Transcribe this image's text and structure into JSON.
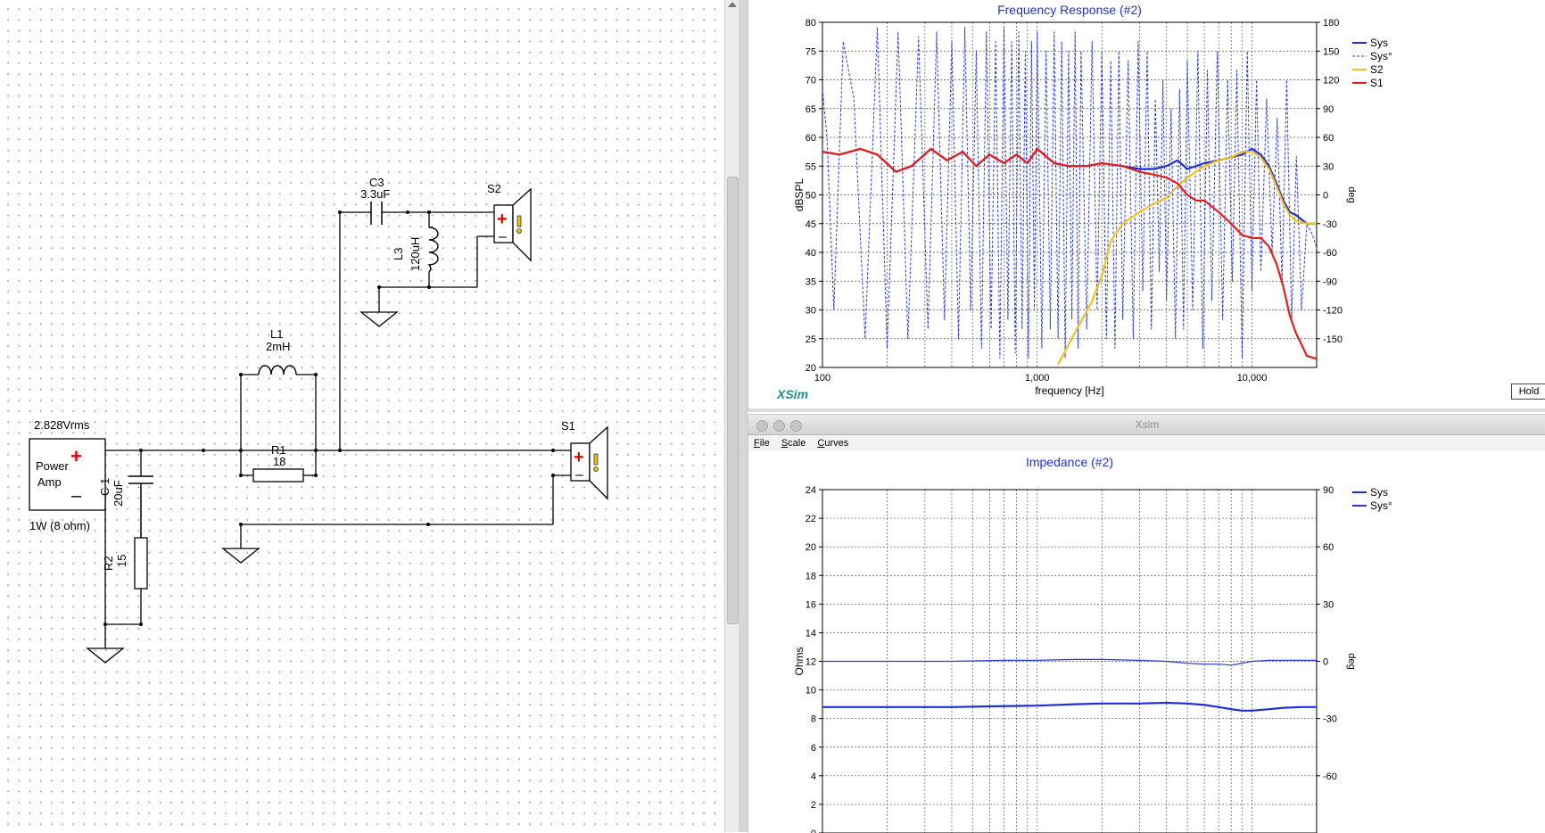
{
  "schematic": {
    "source": {
      "voltage": "2.828Vrms",
      "label_line1": "Power",
      "label_line2": "Amp",
      "plus": "+",
      "minus": "–",
      "spec": "1W (8 ohm)"
    },
    "components": {
      "C1": {
        "name": "C 1",
        "value": "20uF"
      },
      "R2": {
        "name": "R2",
        "value": "15"
      },
      "L1": {
        "name": "L1",
        "value": "2mH"
      },
      "R1": {
        "name": "R1",
        "value": "18"
      },
      "C3": {
        "name": "C3",
        "value": "3.3uF"
      },
      "L3": {
        "name": "L3",
        "value": "120uH"
      },
      "S1": {
        "name": "S1"
      },
      "S2": {
        "name": "S2"
      }
    }
  },
  "frequency_window": {
    "title": "Frequency Response (#2)",
    "brand": "XSim",
    "hold_label": "Hold"
  },
  "impedance_window": {
    "window_title": "Xsim",
    "menu": [
      "File",
      "Scale",
      "Curves"
    ],
    "title": "Impedance (#2)"
  },
  "colors": {
    "sys": "#1f2fd6",
    "phase": "#2a38e0",
    "s2": "#f0c01f",
    "s1": "#e3201b",
    "title": "#2233cc",
    "brand": "#1f8f87"
  },
  "chart_data": [
    {
      "type": "line",
      "title": "Frequency Response (#2)",
      "xlabel": "frequency [Hz]",
      "ylabel": "dBSPL",
      "y2label": "deg",
      "x_scale": "log",
      "xlim": [
        100,
        20000
      ],
      "ylim": [
        20,
        80
      ],
      "y2lim": [
        -180,
        180
      ],
      "x_ticks": [
        100,
        1000,
        10000
      ],
      "x_tick_labels": [
        "100",
        "1,000",
        "10,000"
      ],
      "y_ticks": [
        20,
        25,
        30,
        35,
        40,
        45,
        50,
        55,
        60,
        65,
        70,
        75,
        80
      ],
      "y2_ticks": [
        -150,
        -120,
        -90,
        -60,
        -30,
        0,
        30,
        60,
        90,
        120,
        150,
        180
      ],
      "grid": true,
      "legend_position": "top-right",
      "legend": [
        "Sys",
        "Sys°",
        "S2",
        "S1"
      ],
      "series": [
        {
          "name": "Sys",
          "axis": "left",
          "style": "solid",
          "color": "#1f2fd6",
          "x": [
            100,
            120,
            150,
            180,
            220,
            260,
            320,
            380,
            450,
            520,
            600,
            700,
            800,
            900,
            1000,
            1200,
            1400,
            1700,
            2000,
            2500,
            3000,
            3500,
            4000,
            4500,
            5000,
            6000,
            7000,
            8000,
            9000,
            10000,
            11000,
            12000,
            13000,
            14000,
            15000,
            16000,
            18000,
            20000
          ],
          "y": [
            57.5,
            57,
            58,
            57,
            54,
            55,
            58,
            56,
            57.5,
            55,
            57,
            55.5,
            57,
            55.5,
            58,
            55.5,
            55,
            55,
            55.5,
            55,
            54.5,
            54.5,
            55,
            56,
            54.5,
            55.5,
            56,
            56.5,
            57,
            58,
            57,
            55,
            52,
            49,
            47,
            46.5,
            45,
            45
          ]
        },
        {
          "name": "S2",
          "axis": "left",
          "style": "solid",
          "color": "#f0c01f",
          "x": [
            1250,
            1400,
            1600,
            1800,
            2000,
            2200,
            2500,
            3000,
            3500,
            4000,
            4500,
            5000,
            6000,
            7000,
            8000,
            9000,
            10000,
            11000,
            12000,
            13000,
            14000,
            15000,
            16000,
            18000,
            20000
          ],
          "y": [
            20.5,
            24,
            28,
            31.5,
            36,
            42,
            45,
            47,
            48.5,
            49.5,
            51.5,
            53,
            55,
            56,
            56.5,
            57.5,
            57.5,
            56.5,
            54.5,
            51.5,
            48.5,
            46.5,
            45.5,
            45,
            45
          ]
        },
        {
          "name": "S1",
          "axis": "left",
          "style": "solid",
          "color": "#e3201b",
          "x": [
            100,
            120,
            150,
            180,
            220,
            260,
            320,
            380,
            450,
            520,
            600,
            700,
            800,
            900,
            1000,
            1200,
            1400,
            1700,
            2000,
            2500,
            3000,
            3500,
            4000,
            4500,
            5000,
            5500,
            6000,
            7000,
            8000,
            9000,
            10000,
            11000,
            12000,
            13000,
            14000,
            15000,
            16000,
            17000,
            18000,
            20000
          ],
          "y": [
            57.5,
            57,
            58,
            57,
            54,
            55,
            58,
            56,
            57.5,
            55,
            57,
            55.5,
            57,
            55.5,
            58,
            55.5,
            55,
            55,
            55.5,
            55,
            54,
            53.5,
            53,
            52,
            50,
            49,
            49,
            47,
            45,
            43,
            42.5,
            42.5,
            41,
            38,
            34,
            29,
            26,
            24,
            22,
            21.5
          ]
        },
        {
          "name": "Sys°",
          "axis": "right",
          "style": "dashed",
          "color": "#2a38e0",
          "x": [
            100,
            105,
            113,
            125,
            140,
            158,
            180,
            200,
            225,
            250,
            280,
            310,
            340,
            370,
            400,
            430,
            460,
            490,
            520,
            550,
            580,
            610,
            640,
            670,
            700,
            730,
            760,
            790,
            820,
            850,
            880,
            910,
            940,
            970,
            1000,
            1050,
            1100,
            1150,
            1200,
            1250,
            1300,
            1350,
            1400,
            1450,
            1500,
            1550,
            1600,
            1700,
            1800,
            1900,
            2000,
            2100,
            2200,
            2300,
            2400,
            2500,
            2650,
            2800,
            2950,
            3100,
            3250,
            3400,
            3550,
            3700,
            3850,
            4000,
            4200,
            4400,
            4600,
            4800,
            5000,
            5300,
            5600,
            5900,
            6200,
            6500,
            6900,
            7300,
            7700,
            8100,
            8500,
            9000,
            9500,
            10000,
            10500,
            11000,
            11700,
            12400,
            13100,
            13800,
            14500,
            15300,
            16100,
            17000,
            18000,
            19000,
            20000
          ],
          "y": [
            110,
            60,
            -120,
            160,
            100,
            -150,
            175,
            -160,
            170,
            -150,
            165,
            -140,
            170,
            -130,
            160,
            -150,
            175,
            -120,
            150,
            -160,
            170,
            -140,
            160,
            -170,
            175,
            -130,
            160,
            -165,
            170,
            -140,
            150,
            -170,
            160,
            -120,
            170,
            -160,
            150,
            -140,
            170,
            -150,
            160,
            -170,
            150,
            -130,
            170,
            -160,
            150,
            -140,
            160,
            -120,
            150,
            -150,
            140,
            -160,
            150,
            -130,
            140,
            -150,
            160,
            -100,
            150,
            -140,
            100,
            -80,
            120,
            -110,
            90,
            -150,
            110,
            -140,
            140,
            -120,
            150,
            -160,
            130,
            -110,
            150,
            -130,
            120,
            -90,
            130,
            -170,
            150,
            -100,
            120,
            -80,
            100,
            -60,
            80,
            -90,
            120,
            -130,
            40,
            -120,
            -30,
            -40,
            -55
          ]
        }
      ]
    },
    {
      "type": "line",
      "title": "Impedance (#2)",
      "xlabel": "",
      "ylabel": "Ohms",
      "y2label": "deg",
      "x_scale": "log",
      "xlim": [
        100,
        20000
      ],
      "ylim": [
        0,
        24
      ],
      "y2lim": [
        -90,
        90
      ],
      "y_ticks": [
        0,
        2,
        4,
        6,
        8,
        10,
        12,
        14,
        16,
        18,
        20,
        22,
        24
      ],
      "y2_ticks": [
        -60,
        -30,
        0,
        30,
        60,
        90
      ],
      "grid": true,
      "legend_position": "top-right",
      "legend": [
        "Sys",
        "Sys°"
      ],
      "series": [
        {
          "name": "Sys",
          "axis": "left",
          "style": "solid",
          "color": "#1f2fd6",
          "x": [
            100,
            200,
            400,
            600,
            1000,
            1500,
            2000,
            3000,
            4000,
            5000,
            6000,
            7000,
            8000,
            9000,
            10000,
            12000,
            14000,
            17000,
            20000
          ],
          "y": [
            8.8,
            8.8,
            8.8,
            8.85,
            8.9,
            9.0,
            9.05,
            9.05,
            9.1,
            9.05,
            8.95,
            8.8,
            8.65,
            8.55,
            8.55,
            8.65,
            8.75,
            8.8,
            8.8
          ]
        },
        {
          "name": "Sys°",
          "axis": "right",
          "style": "solid-thin",
          "color": "#2a38e0",
          "x": [
            100,
            200,
            400,
            700,
            1000,
            1500,
            2000,
            3000,
            4000,
            5000,
            6000,
            7000,
            8000,
            9000,
            10000,
            12000,
            14000,
            20000
          ],
          "y": [
            0,
            0,
            0,
            0.5,
            0.5,
            1,
            1,
            0.5,
            0,
            -1,
            -1.5,
            -1.5,
            -2,
            -1,
            0,
            0.5,
            0.5,
            0.5
          ]
        }
      ]
    }
  ]
}
